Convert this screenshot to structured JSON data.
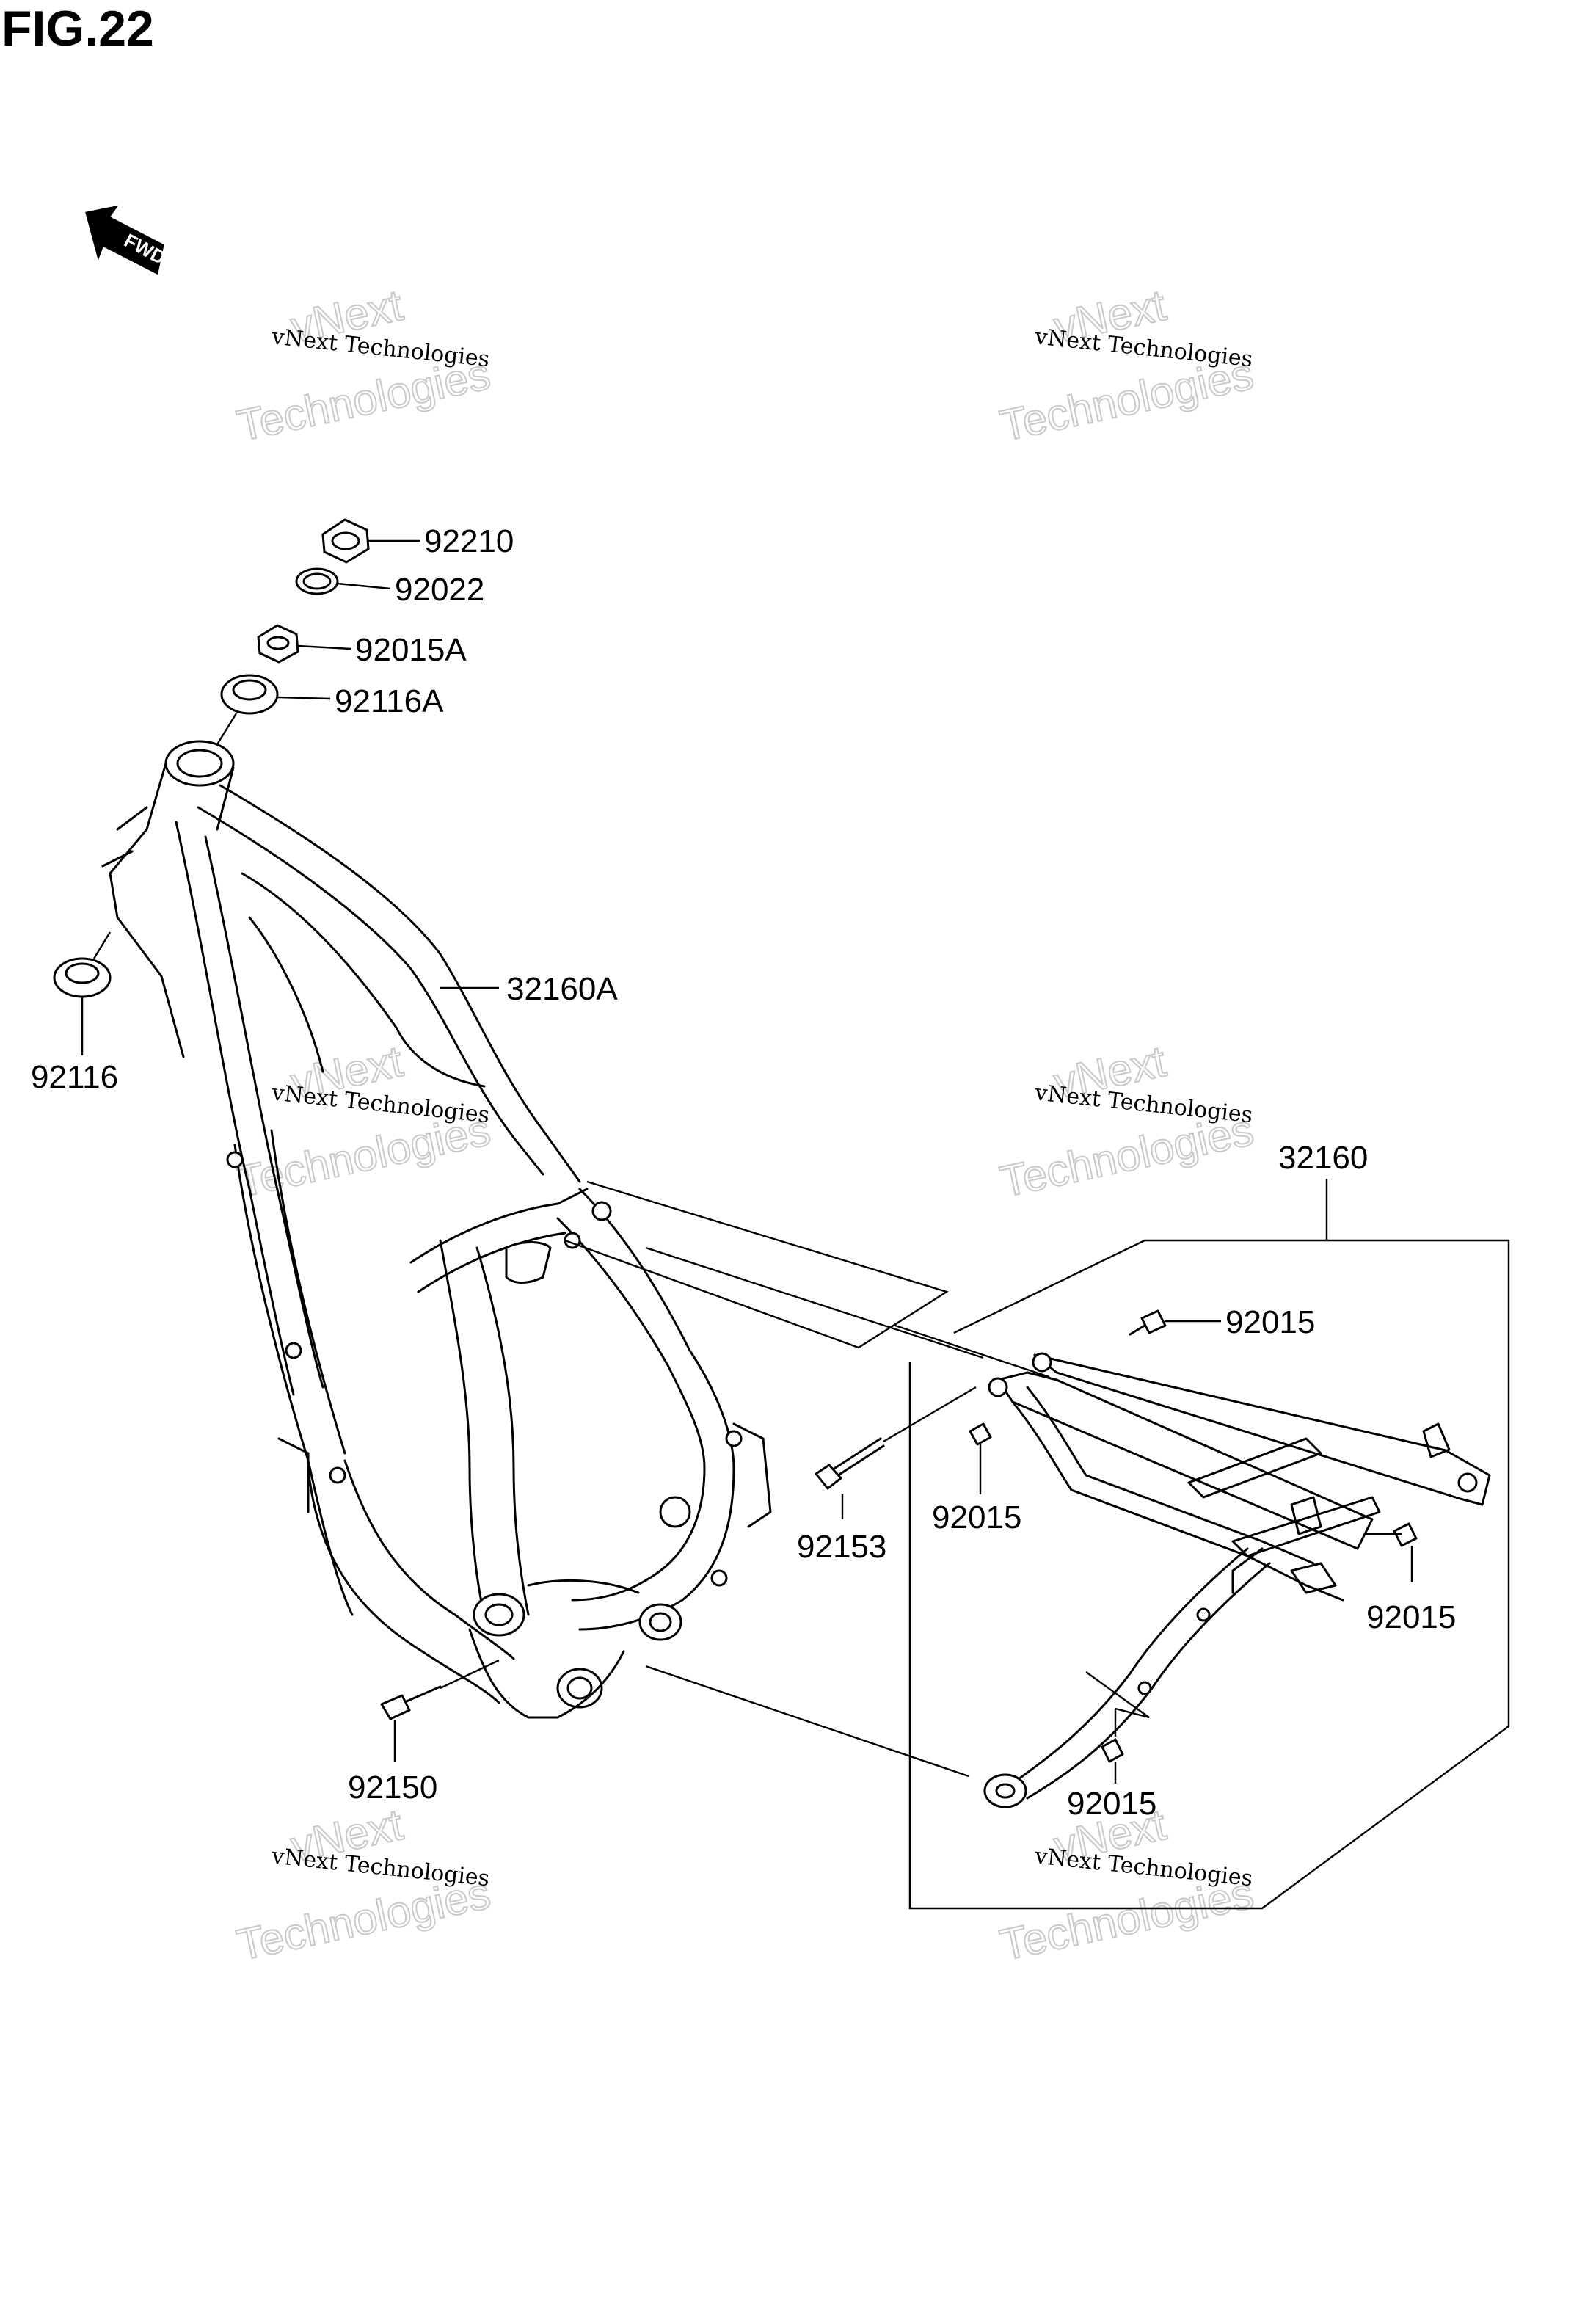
{
  "figure": {
    "title": "FIG.22",
    "direction_tag": "FWD",
    "direction_icon": "fwd-arrow-icon"
  },
  "watermark": {
    "line1": "vNext Technologies",
    "line2": "vNext",
    "line3": "Technologies"
  },
  "parts": {
    "nut_top": "92210",
    "washer": "92022",
    "locknut": "92015A",
    "bearing_upper": "92116A",
    "bearing_lower": "92116",
    "main_frame": "32160A",
    "sub_frame": "32160",
    "sub_frame_bolt_top": "92015",
    "sub_frame_bolt_mid": "92015",
    "sub_frame_bolt_right": "92015",
    "sub_frame_bolt_bottom": "92015",
    "long_bolt": "92153",
    "flange_bolt": "92150"
  }
}
